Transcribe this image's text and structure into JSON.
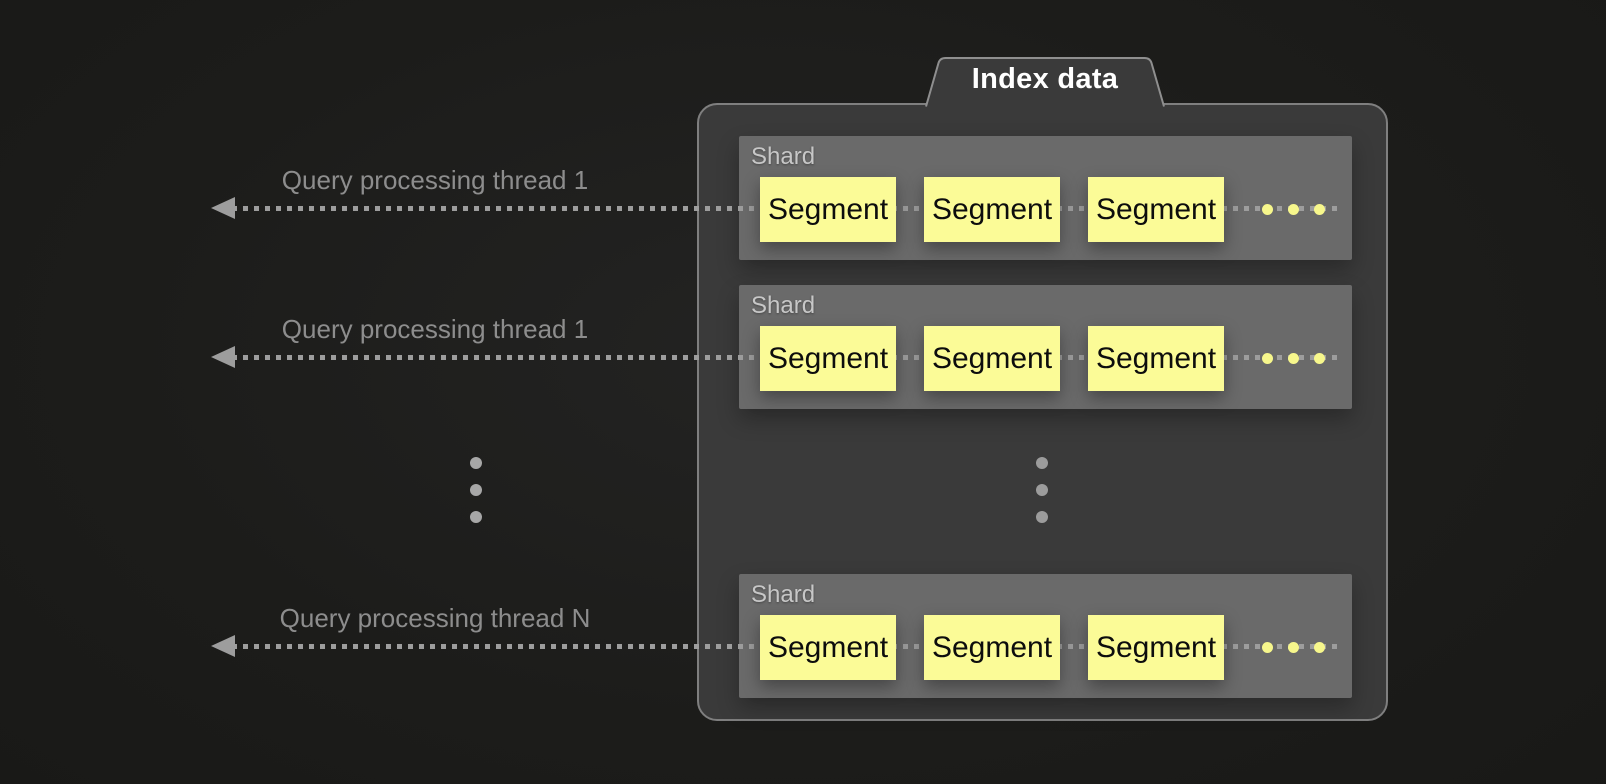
{
  "diagram": {
    "title": "Index data",
    "threads": [
      {
        "label": "Query processing thread 1"
      },
      {
        "label": "Query processing thread 1"
      },
      {
        "label": "Query processing thread N"
      }
    ],
    "shards": [
      {
        "label": "Shard",
        "segments": [
          "Segment",
          "Segment",
          "Segment"
        ]
      },
      {
        "label": "Shard",
        "segments": [
          "Segment",
          "Segment",
          "Segment"
        ]
      },
      {
        "label": "Shard",
        "segments": [
          "Segment",
          "Segment",
          "Segment"
        ]
      }
    ],
    "colors": {
      "background": "#1c1c1a",
      "container_fill": "#3a3a3a",
      "container_border": "#7f7f7f",
      "shard_fill": "#6a6a6a",
      "shard_label_text": "#c7c7c7",
      "segment_fill": "#fbfb97",
      "segment_text": "#0d0d0d",
      "title_text": "#ffffff",
      "arrow_gray": "#9d9d9d",
      "thread_label_text": "#8d8d8d",
      "ellipsis_gray": "#a7a7a7",
      "ellipsis_yellow": "#f7f78c"
    }
  }
}
